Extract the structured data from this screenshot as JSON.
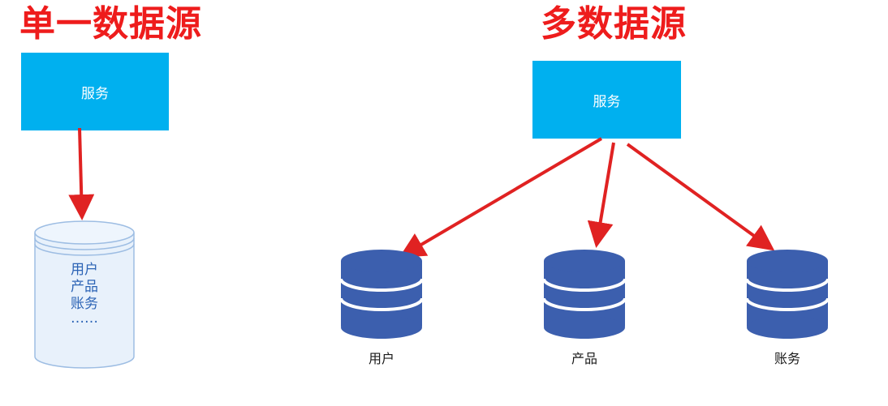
{
  "titles": {
    "single": "单一数据源",
    "multi": "多数据源"
  },
  "single": {
    "service_label": "服务",
    "db_items": [
      "用户",
      "产品",
      "账务",
      "……"
    ]
  },
  "multi": {
    "service_label": "服务",
    "databases": [
      {
        "label": "用户"
      },
      {
        "label": "产品"
      },
      {
        "label": "账务"
      }
    ]
  },
  "colors": {
    "title": "#ee1c1c",
    "service_box": "#00b0ef",
    "arrow": "#e02222",
    "db_fill": "#3c5fae",
    "cylinder_fill": "#e8f1fb",
    "cylinder_stroke": "#9dbde3",
    "cylinder_text": "#2b63b5"
  }
}
